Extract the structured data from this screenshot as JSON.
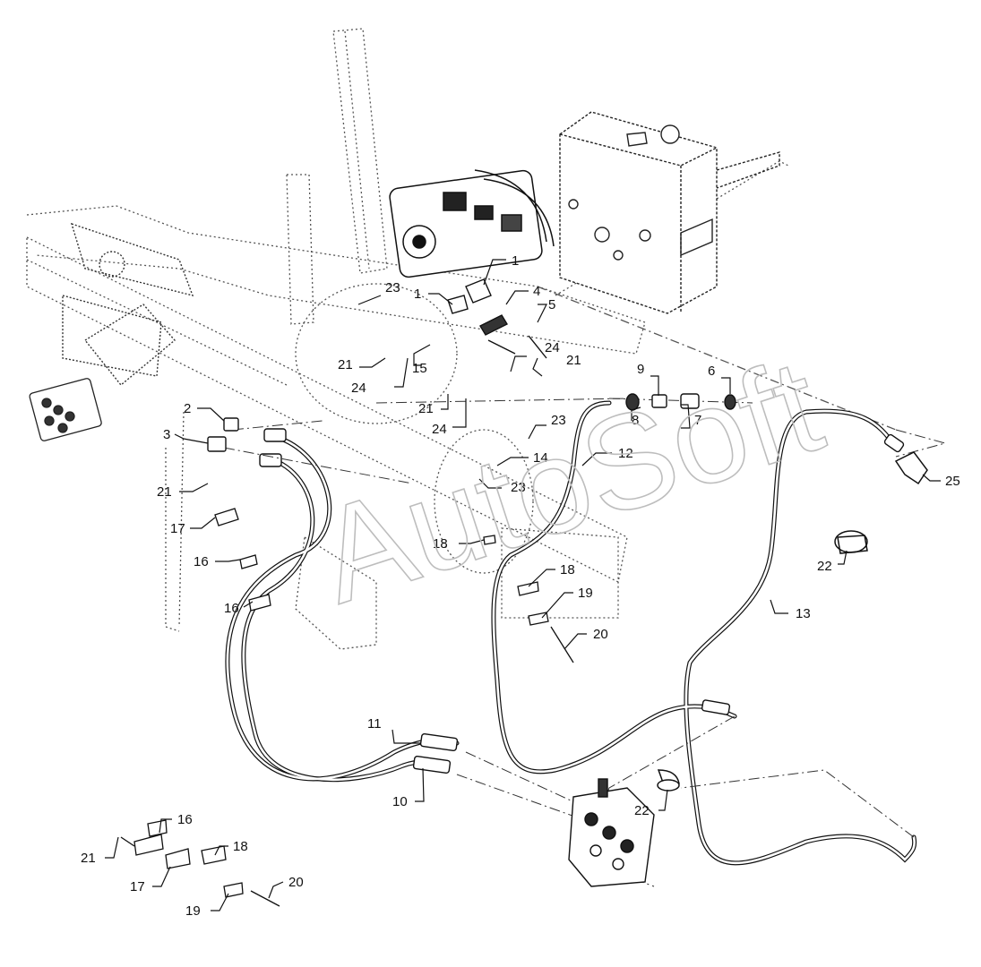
{
  "diagram": {
    "watermark": "AutoSoft",
    "callouts": [
      {
        "id": "c1a",
        "label": "1"
      },
      {
        "id": "c1b",
        "label": "1"
      },
      {
        "id": "c2",
        "label": "2"
      },
      {
        "id": "c3",
        "label": "3"
      },
      {
        "id": "c4",
        "label": "4"
      },
      {
        "id": "c5",
        "label": "5"
      },
      {
        "id": "c6",
        "label": "6"
      },
      {
        "id": "c7",
        "label": "7"
      },
      {
        "id": "c8",
        "label": "8"
      },
      {
        "id": "c9",
        "label": "9"
      },
      {
        "id": "c10",
        "label": "10"
      },
      {
        "id": "c11",
        "label": "11"
      },
      {
        "id": "c12",
        "label": "12"
      },
      {
        "id": "c13",
        "label": "13"
      },
      {
        "id": "c14",
        "label": "14"
      },
      {
        "id": "c15",
        "label": "15"
      },
      {
        "id": "c16a",
        "label": "16"
      },
      {
        "id": "c16b",
        "label": "16"
      },
      {
        "id": "c16c",
        "label": "16"
      },
      {
        "id": "c17a",
        "label": "17"
      },
      {
        "id": "c17b",
        "label": "17"
      },
      {
        "id": "c18a",
        "label": "18"
      },
      {
        "id": "c18b",
        "label": "18"
      },
      {
        "id": "c18c",
        "label": "18"
      },
      {
        "id": "c19a",
        "label": "19"
      },
      {
        "id": "c19b",
        "label": "19"
      },
      {
        "id": "c20a",
        "label": "20"
      },
      {
        "id": "c20b",
        "label": "20"
      },
      {
        "id": "c21a",
        "label": "21"
      },
      {
        "id": "c21b",
        "label": "21"
      },
      {
        "id": "c21c",
        "label": "21"
      },
      {
        "id": "c21d",
        "label": "21"
      },
      {
        "id": "c21e",
        "label": "21"
      },
      {
        "id": "c22a",
        "label": "22"
      },
      {
        "id": "c22b",
        "label": "22"
      },
      {
        "id": "c23a",
        "label": "23"
      },
      {
        "id": "c23b",
        "label": "23"
      },
      {
        "id": "c23c",
        "label": "23"
      },
      {
        "id": "c24a",
        "label": "24"
      },
      {
        "id": "c24b",
        "label": "24"
      },
      {
        "id": "c24c",
        "label": "24"
      },
      {
        "id": "c25",
        "label": "25"
      }
    ]
  }
}
